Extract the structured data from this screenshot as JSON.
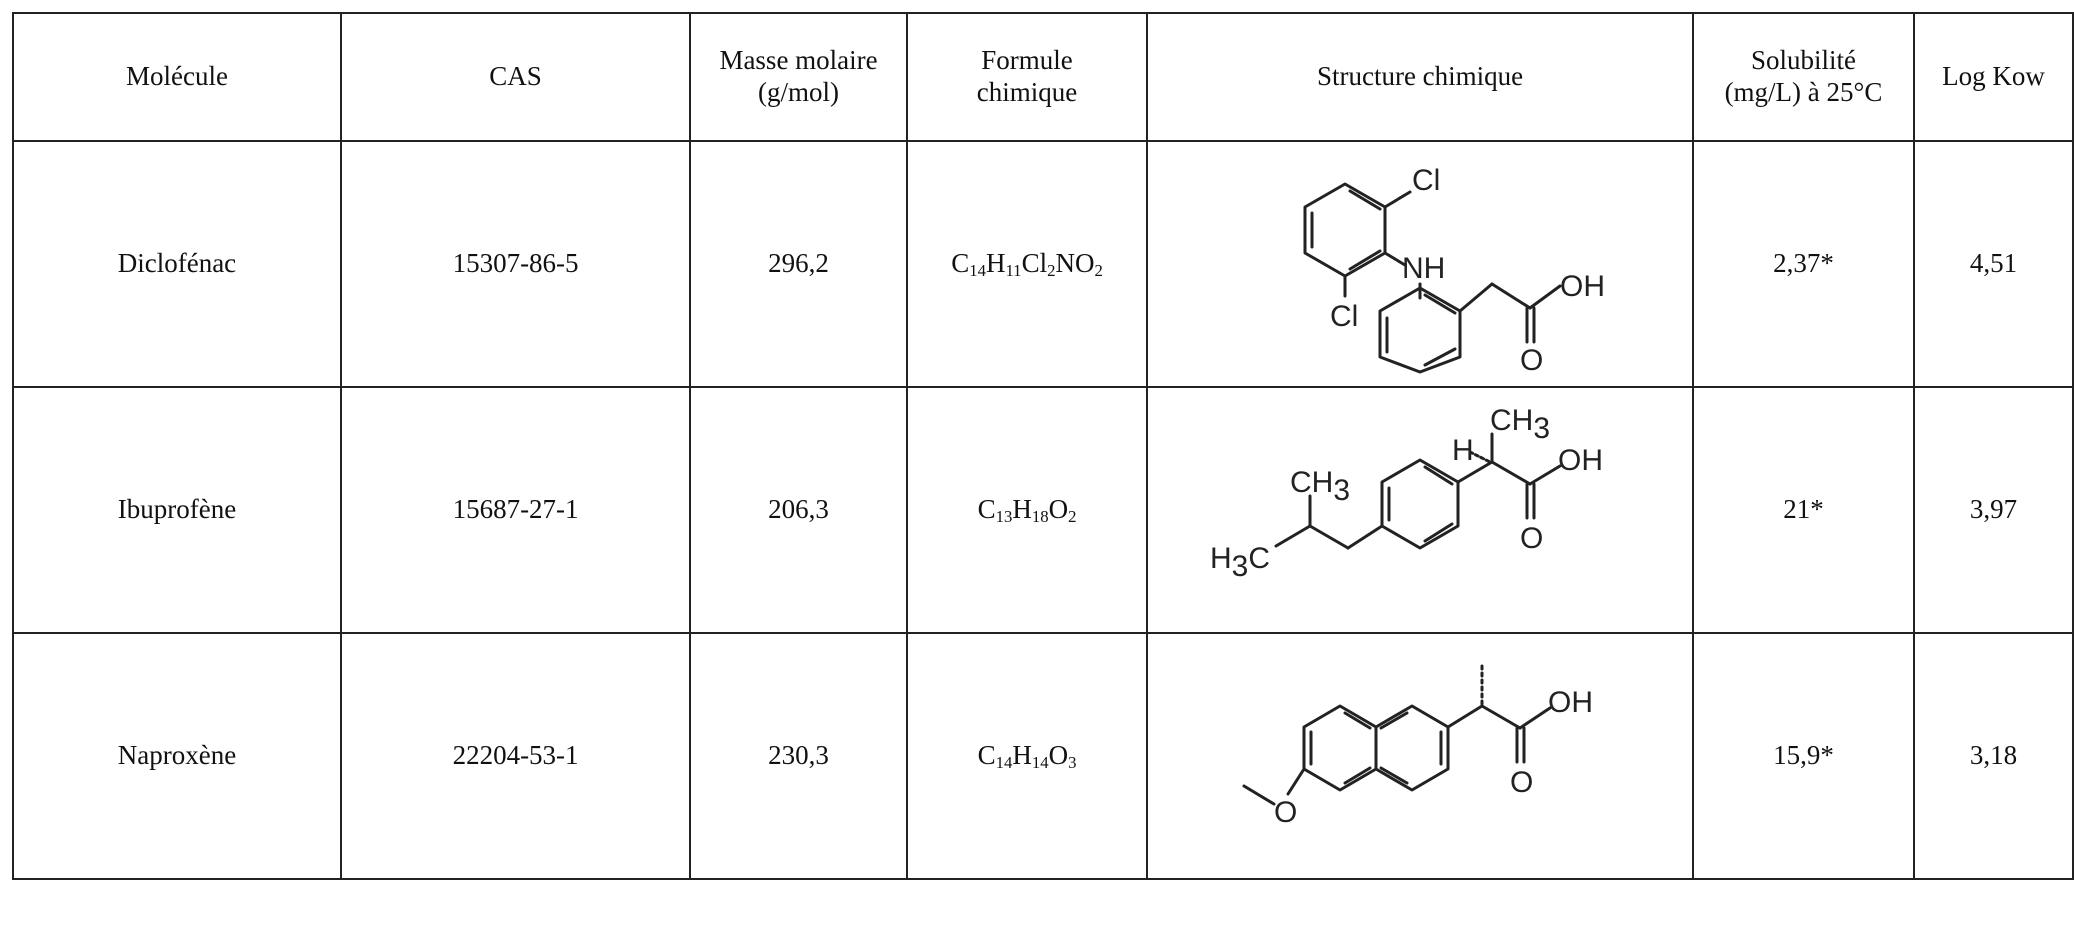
{
  "table": {
    "headers": [
      {
        "line1": "Molécule",
        "line2": ""
      },
      {
        "line1": "CAS",
        "line2": ""
      },
      {
        "line1": "Masse molaire",
        "line2": "(g/mol)"
      },
      {
        "line1": "Formule",
        "line2": "chimique"
      },
      {
        "line1": "Structure chimique",
        "line2": ""
      },
      {
        "line1": "Solubilité",
        "line2": "(mg/L) à 25°C"
      },
      {
        "line1": "Log Kow",
        "line2": ""
      }
    ],
    "rows": [
      {
        "molecule": "Diclofénac",
        "cas": "15307-86-5",
        "masse": "296,2",
        "formula": [
          [
            "C",
            "14"
          ],
          [
            "H",
            "11"
          ],
          [
            "Cl",
            "2"
          ],
          [
            "N",
            ""
          ],
          [
            "O",
            "2"
          ]
        ],
        "labels": {
          "cl1": "Cl",
          "cl2": "Cl",
          "nh": "NH",
          "oh": "OH",
          "o": "O"
        },
        "solubilite": "2,37*",
        "logkow": "4,51"
      },
      {
        "molecule": "Ibuprofène",
        "cas": "15687-27-1",
        "masse": "206,3",
        "formula": [
          [
            "C",
            "13"
          ],
          [
            "H",
            "18"
          ],
          [
            "O",
            "2"
          ]
        ],
        "labels": {
          "ch3_top": "CH",
          "ch3_top_sub": "3",
          "h": "H",
          "oh": "OH",
          "o": "O",
          "ch3_left": "CH",
          "ch3_left_sub": "3",
          "h3c": "H",
          "h3c_sub": "3",
          "h3c_c": "C"
        },
        "solubilite": "21*",
        "logkow": "3,97"
      },
      {
        "molecule": "Naproxène",
        "cas": "22204-53-1",
        "masse": "230,3",
        "formula": [
          [
            "C",
            "14"
          ],
          [
            "H",
            "14"
          ],
          [
            "O",
            "3"
          ]
        ],
        "labels": {
          "oh": "OH",
          "o": "O",
          "o_methoxy": "O"
        },
        "solubilite": "15,9*",
        "logkow": "3,18"
      }
    ]
  }
}
